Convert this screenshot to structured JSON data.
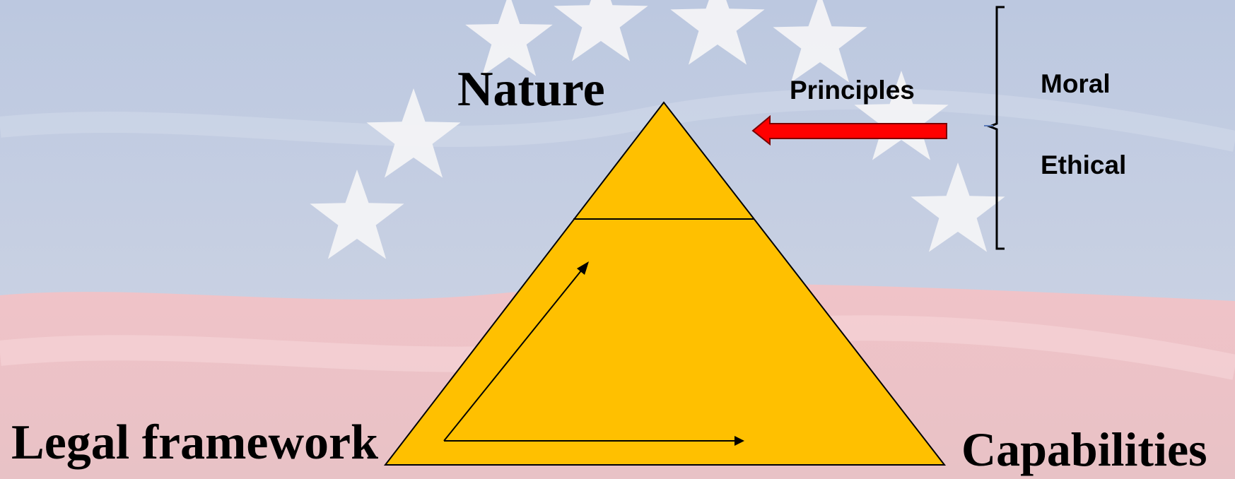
{
  "colors": {
    "sky": "#c3cde3",
    "pink": "#f2c8cb",
    "star": "#f3f3f5",
    "pyramid": "#ffc000",
    "arrow_red": "#ff0000",
    "line": "#000000"
  },
  "labels": {
    "nature": "Nature",
    "legal_framework": "Legal framework",
    "capabilities": "Capabilities",
    "principles": "Principles",
    "moral": "Moral",
    "ethical": "Ethical"
  },
  "icons": {
    "background": "flag-background",
    "star": "star-icon",
    "principles_arrow": "left-arrow-icon",
    "bracket": "left-bracket",
    "inner_arrows": "up-arrow-icon, right-arrow-icon"
  }
}
